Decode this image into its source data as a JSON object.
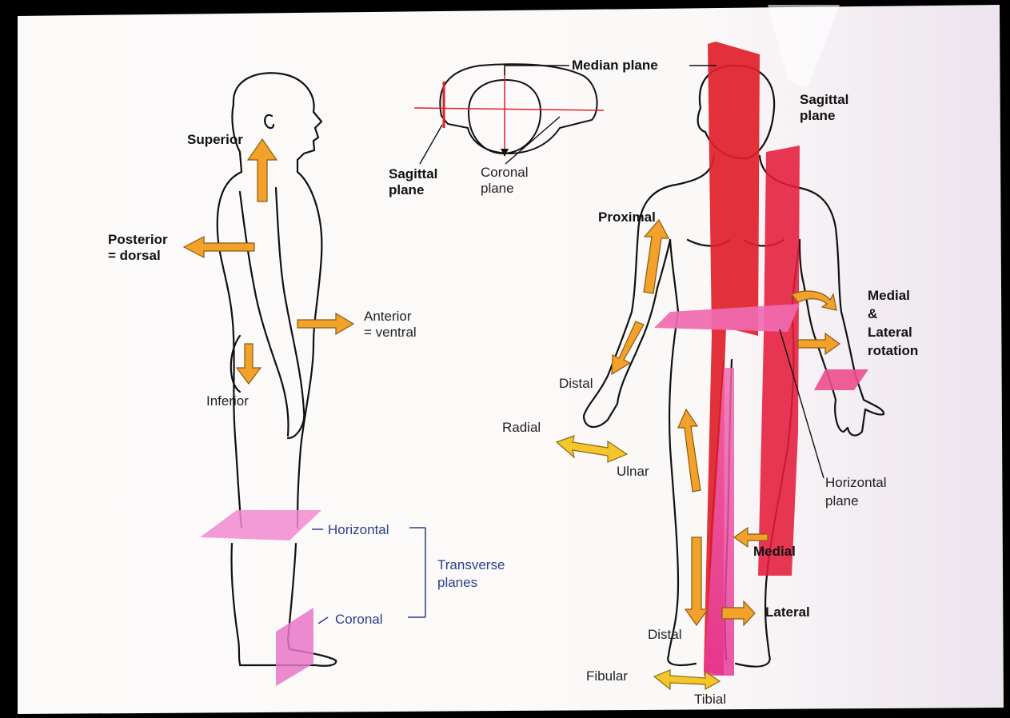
{
  "labels": {
    "superior": "Superior",
    "posterior": "Posterior\n= dorsal",
    "anterior": "Anterior\n= ventral",
    "inferior": "Inferior",
    "median_plane": "Median plane",
    "sagittal_plane_top": "Sagittal\nplane",
    "coronal_plane_top": "Coronal\nplane",
    "sagittal_plane_right": "Sagittal\nplane",
    "proximal": "Proximal",
    "distal_arm": "Distal",
    "radial": "Radial",
    "ulnar": "Ulnar",
    "medial_lateral_rotation": "Medial\n&\nLateral\nrotation",
    "horizontal_plane": "Horizontal\nplane",
    "medial": "Medial",
    "lateral": "Lateral",
    "distal_leg": "Distal",
    "fibular": "Fibular",
    "tibial": "Tibial",
    "horizontal": "Horizontal",
    "coronal": "Coronal",
    "transverse_planes": "Transverse\nplanes"
  },
  "colors": {
    "background": "#fbf9f8",
    "arrow_fill": "#f2a22b",
    "arrow_yellow": "#f4c62c",
    "arrow_stroke": "#8a5a10",
    "median_plane": "#e0202a",
    "sagittal_plane": "#e51b3b",
    "horizontal_plane_pink": "#f06ab0",
    "transverse_pink": "#f08ad0",
    "body_line": "#111111",
    "transverse_text": "#2a3f8c"
  }
}
